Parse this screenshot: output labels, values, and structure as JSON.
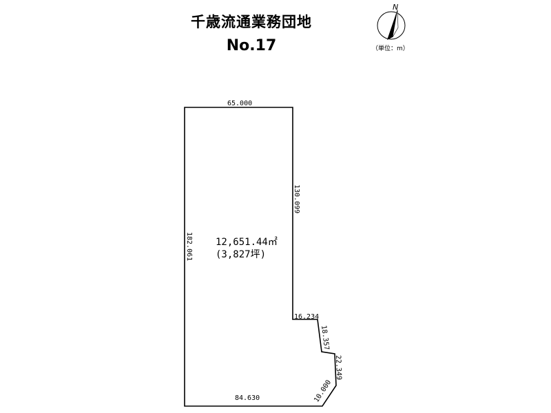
{
  "header": {
    "title": "千歳流通業務団地",
    "lot_number": "No.17"
  },
  "compass": {
    "north_label": "N",
    "unit_label": "（単位：m）",
    "icon": "north-arrow-icon"
  },
  "plot": {
    "area_m2": "12,651.44㎡",
    "area_tsubo": "(3,827坪)",
    "dimensions": {
      "top": "65.000",
      "right_upper": "130.099",
      "left": "182.061",
      "step": "16.234",
      "diag_1": "18.357",
      "diag_2": "22.349",
      "corner": "10.000",
      "bottom": "84.630"
    }
  }
}
